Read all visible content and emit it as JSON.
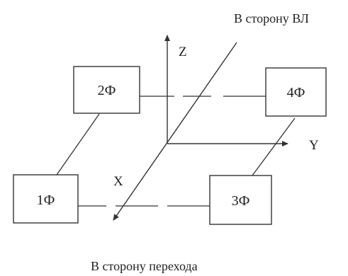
{
  "header": {
    "direction_top": "В сторону ВЛ"
  },
  "footer": {
    "direction_bottom": "В сторону перехода"
  },
  "axes": {
    "z_label": "Z",
    "y_label": "Y",
    "x_label": "X"
  },
  "phases": [
    {
      "label": "1Ф"
    },
    {
      "label": "2Ф"
    },
    {
      "label": "3Ф"
    },
    {
      "label": "4Ф"
    }
  ]
}
